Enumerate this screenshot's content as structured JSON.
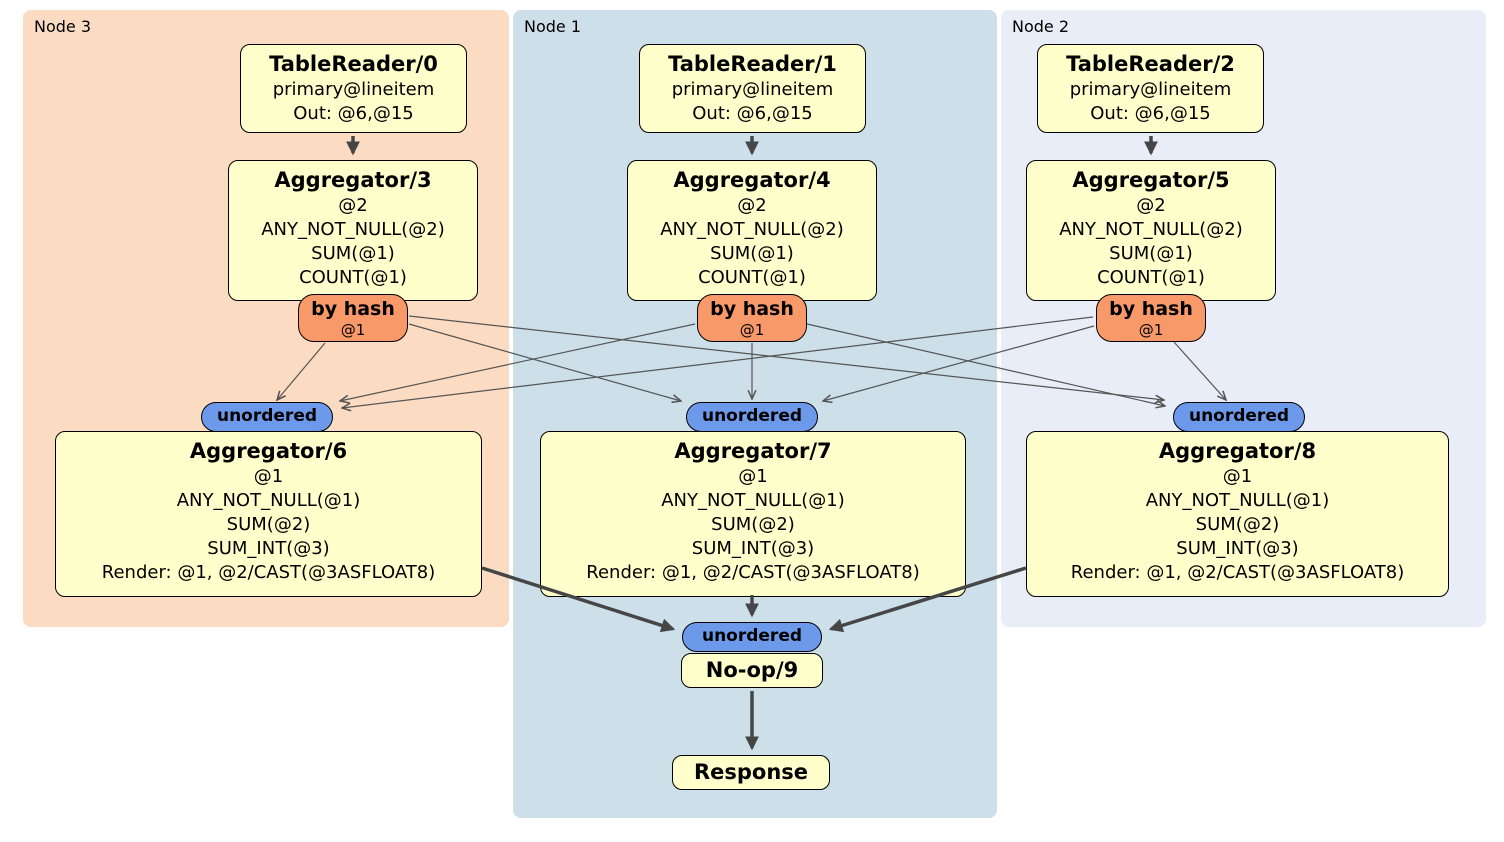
{
  "colors": {
    "panel_node3": "#fbdcc2",
    "panel_node1": "#cddfe9",
    "panel_node2": "#e9edf7",
    "box_fill": "#ffffcb",
    "router_fill": "#f8996a",
    "stream_fill": "#6d99ea",
    "edge_thick": "#464646",
    "edge_thin": "#555555"
  },
  "panels": {
    "node3": {
      "label": "Node 3"
    },
    "node1": {
      "label": "Node 1"
    },
    "node2": {
      "label": "Node 2"
    }
  },
  "processors": {
    "tr0": {
      "title": "TableReader/0",
      "lines": [
        "primary@lineitem",
        "Out: @6,@15"
      ]
    },
    "tr1": {
      "title": "TableReader/1",
      "lines": [
        "primary@lineitem",
        "Out: @6,@15"
      ]
    },
    "tr2": {
      "title": "TableReader/2",
      "lines": [
        "primary@lineitem",
        "Out: @6,@15"
      ]
    },
    "agg3": {
      "title": "Aggregator/3",
      "lines": [
        "@2",
        "ANY_NOT_NULL(@2)",
        "SUM(@1)",
        "COUNT(@1)"
      ]
    },
    "agg4": {
      "title": "Aggregator/4",
      "lines": [
        "@2",
        "ANY_NOT_NULL(@2)",
        "SUM(@1)",
        "COUNT(@1)"
      ]
    },
    "agg5": {
      "title": "Aggregator/5",
      "lines": [
        "@2",
        "ANY_NOT_NULL(@2)",
        "SUM(@1)",
        "COUNT(@1)"
      ]
    },
    "agg6": {
      "title": "Aggregator/6",
      "lines": [
        "@1",
        "ANY_NOT_NULL(@1)",
        "SUM(@2)",
        "SUM_INT(@3)",
        "Render: @1, @2/CAST(@3ASFLOAT8)"
      ]
    },
    "agg7": {
      "title": "Aggregator/7",
      "lines": [
        "@1",
        "ANY_NOT_NULL(@1)",
        "SUM(@2)",
        "SUM_INT(@3)",
        "Render: @1, @2/CAST(@3ASFLOAT8)"
      ]
    },
    "agg8": {
      "title": "Aggregator/8",
      "lines": [
        "@1",
        "ANY_NOT_NULL(@1)",
        "SUM(@2)",
        "SUM_INT(@3)",
        "Render: @1, @2/CAST(@3ASFLOAT8)"
      ]
    },
    "noop9": {
      "title": "No-op/9"
    },
    "response": {
      "title": "Response"
    }
  },
  "routers": {
    "hash3": {
      "label": "by hash",
      "detail": "@1"
    },
    "hash4": {
      "label": "by hash",
      "detail": "@1"
    },
    "hash5": {
      "label": "by hash",
      "detail": "@1"
    }
  },
  "streams": {
    "un6": {
      "label": "unordered"
    },
    "un7": {
      "label": "unordered"
    },
    "un8": {
      "label": "unordered"
    },
    "un9": {
      "label": "unordered"
    }
  }
}
